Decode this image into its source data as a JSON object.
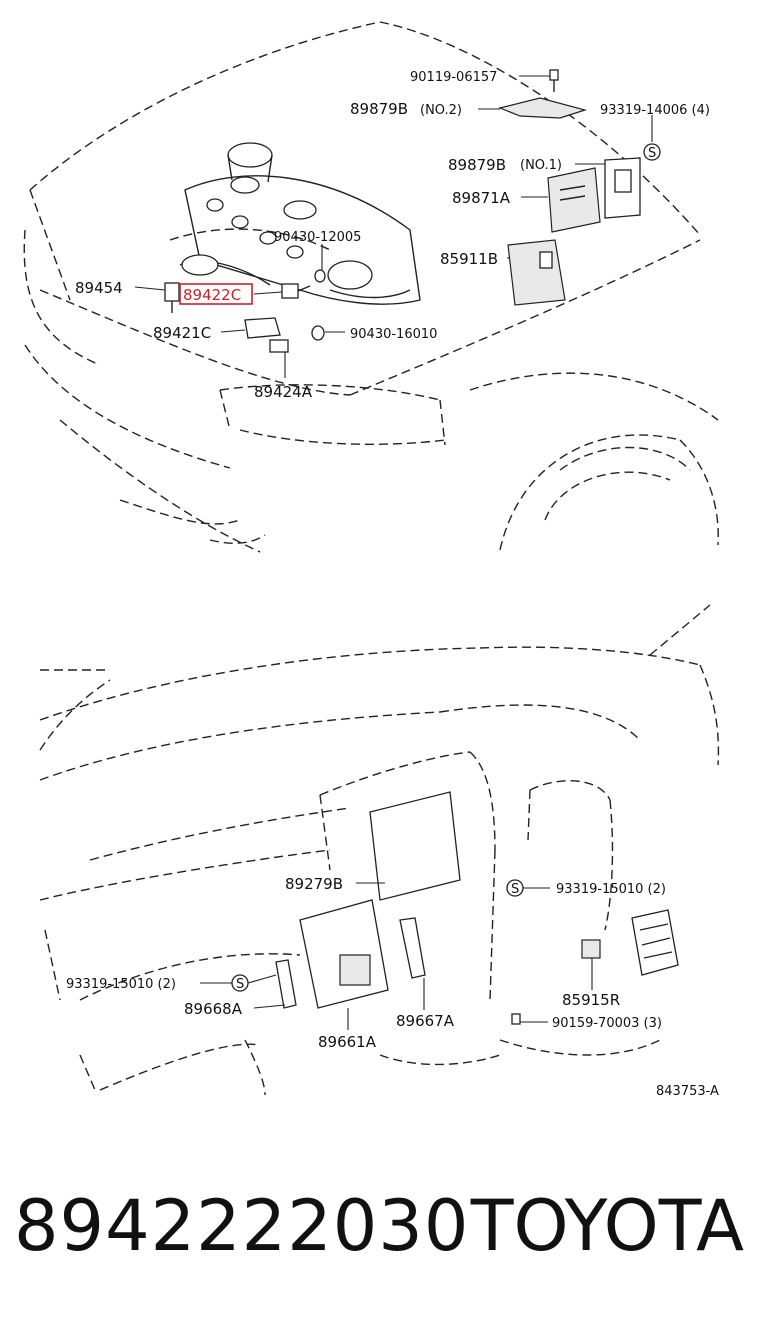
{
  "diagram": {
    "labels": {
      "p90119": "90119-06157",
      "p89879b_no2": "89879B",
      "no2": "(NO.2)",
      "p93319_14006": "93319-14006 (4)",
      "p89879b_no1": "89879B",
      "no1": "(NO.1)",
      "p89871a": "89871A",
      "p90430_12005": "90430-12005",
      "p85911b": "85911B",
      "p89454": "89454",
      "p89422c": "89422C",
      "p89421c": "89421C",
      "p90430_16010": "90430-16010",
      "p89424a": "89424A",
      "p89279b": "89279B",
      "p93319_15010_right": "93319-15010 (2)",
      "p93319_15010_left": "93319-15010 (2)",
      "p89668a": "89668A",
      "p89661a": "89661A",
      "p89667a": "89667A",
      "p85915r": "85915R",
      "p90159": "90159-70003 (3)",
      "drawing_no": "843753-A",
      "s_mark": "S"
    },
    "highlight_color": "#c8232c"
  },
  "caption": {
    "part_number": "8942222030",
    "brand": "TOYOTA"
  }
}
